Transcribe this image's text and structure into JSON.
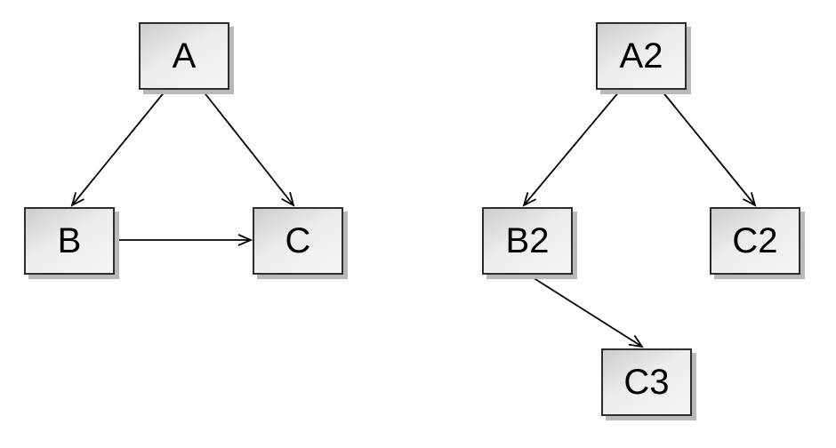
{
  "canvas": {
    "background_color": "#ffffff"
  },
  "node_style": {
    "fill_gradient_start": "#cdcdcd",
    "fill_gradient_end": "#f6f6f6",
    "border_color": "#2e2e2e",
    "shadow_color": "#b9b9b9",
    "text_color": "#000000",
    "edge_color": "#000000",
    "arrowhead": "open-v"
  },
  "diagrams": [
    {
      "name": "left-graph",
      "nodes": [
        {
          "id": "A",
          "label": "A"
        },
        {
          "id": "B",
          "label": "B"
        },
        {
          "id": "C",
          "label": "C"
        }
      ],
      "edges": [
        {
          "from": "A",
          "to": "B"
        },
        {
          "from": "A",
          "to": "C"
        },
        {
          "from": "B",
          "to": "C"
        }
      ]
    },
    {
      "name": "right-graph",
      "nodes": [
        {
          "id": "A2",
          "label": "A2"
        },
        {
          "id": "B2",
          "label": "B2"
        },
        {
          "id": "C2",
          "label": "C2"
        },
        {
          "id": "C3",
          "label": "C3"
        }
      ],
      "edges": [
        {
          "from": "A2",
          "to": "B2"
        },
        {
          "from": "A2",
          "to": "C2"
        },
        {
          "from": "B2",
          "to": "C3"
        }
      ]
    }
  ]
}
